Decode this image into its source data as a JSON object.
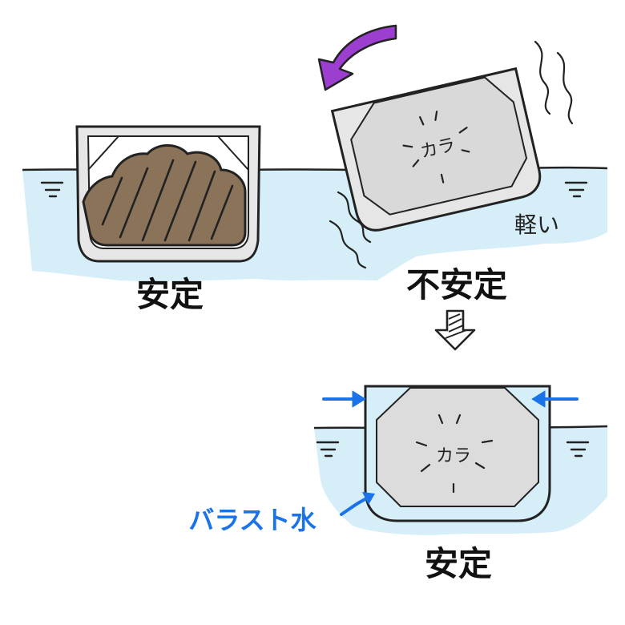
{
  "labels": {
    "stable_1": "安定",
    "unstable": "不安定",
    "stable_2": "安定",
    "light": "軽い",
    "empty_sound_1": "カラ",
    "empty_sound_2": "カラ",
    "ballast_water": "バラスト水"
  },
  "colors": {
    "water": "#d5eef8",
    "hull": "#e6e6e6",
    "cargo": "#8a7358",
    "ballast_arrow": "#1a73e8",
    "tilt_arrow": "#9c3fd0",
    "outline": "#222222"
  }
}
